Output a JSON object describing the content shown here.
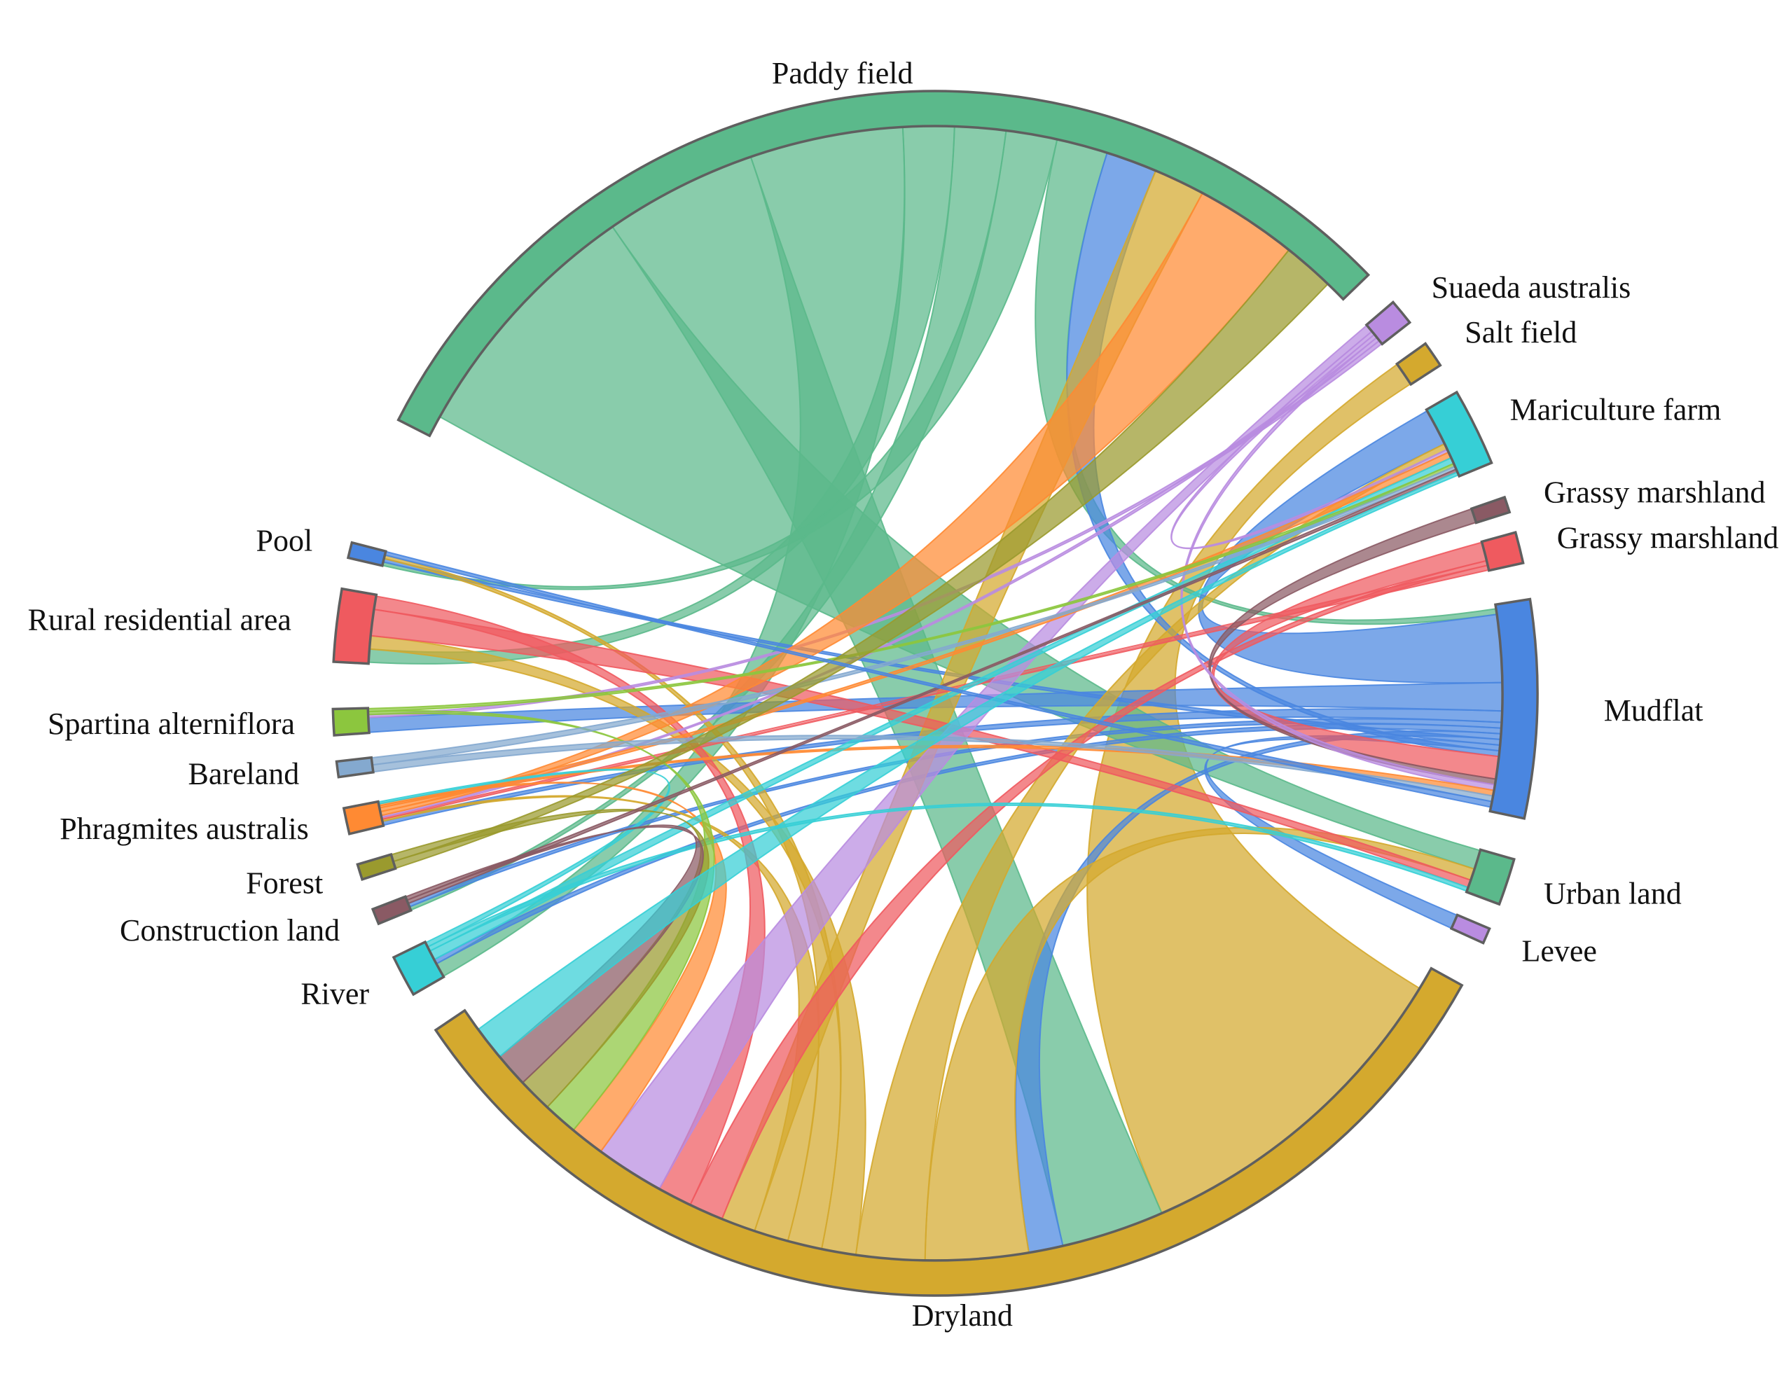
{
  "chart_data": {
    "type": "chord",
    "title": "",
    "nodes": [
      {
        "id": "paddy",
        "label": "Paddy field",
        "color": "#5bb98b"
      },
      {
        "id": "suaeda",
        "label": "Suaeda australis",
        "color": "#b98ce0"
      },
      {
        "id": "salt",
        "label": "Salt field",
        "color": "#d4a92e"
      },
      {
        "id": "maricult",
        "label": "Mariculture farm",
        "color": "#36cfd6"
      },
      {
        "id": "grassy1",
        "label": "Grassy marshland",
        "color": "#8a5a64"
      },
      {
        "id": "grassy2",
        "label": "Grassy marshland",
        "color": "#ef5a5f"
      },
      {
        "id": "mudflat",
        "label": "Mudflat",
        "color": "#4a86e0"
      },
      {
        "id": "urban",
        "label": "Urban land",
        "color": "#5bb98b"
      },
      {
        "id": "levee",
        "label": "Levee",
        "color": "#b98ce0"
      },
      {
        "id": "dryland",
        "label": "Dryland",
        "color": "#d4a92e"
      },
      {
        "id": "river",
        "label": "River",
        "color": "#36cfd6"
      },
      {
        "id": "construction",
        "label": "Construction land",
        "color": "#8a5a64"
      },
      {
        "id": "forest",
        "label": "Forest",
        "color": "#9a9a2e"
      },
      {
        "id": "phragmites",
        "label": "Phragmites australis",
        "color": "#ff8a33"
      },
      {
        "id": "bareland",
        "label": "Bareland",
        "color": "#84a9cf"
      },
      {
        "id": "spartina",
        "label": "Spartina alterniflora",
        "color": "#8cc63e"
      },
      {
        "id": "rural",
        "label": "Rural residential area",
        "color": "#ef5a5f"
      },
      {
        "id": "pool",
        "label": "Pool",
        "color": "#4a86e0"
      }
    ],
    "flows": [
      {
        "from": "salt",
        "to": "dryland",
        "weight": 10
      },
      {
        "from": "paddy",
        "to": "urban",
        "weight": 5
      },
      {
        "from": "paddy",
        "to": "dryland",
        "weight": 3
      },
      {
        "from": "paddy",
        "to": "river",
        "weight": 3
      },
      {
        "from": "paddy",
        "to": "rural",
        "weight": 1
      },
      {
        "from": "paddy",
        "to": "construction",
        "weight": 1
      },
      {
        "from": "paddy",
        "to": "pool",
        "weight": 1
      },
      {
        "from": "paddy",
        "to": "mudflat",
        "weight": 1
      },
      {
        "from": "mudflat",
        "to": "maricult",
        "weight": 12
      },
      {
        "from": "mudflat",
        "to": "spartina",
        "weight": 5
      },
      {
        "from": "mudflat",
        "to": "phragmites",
        "weight": 2
      },
      {
        "from": "mudflat",
        "to": "construction",
        "weight": 1
      },
      {
        "from": "mudflat",
        "to": "river",
        "weight": 1
      },
      {
        "from": "mudflat",
        "to": "dryland",
        "weight": 1
      },
      {
        "from": "mudflat",
        "to": "pool",
        "weight": 1
      },
      {
        "from": "mudflat",
        "to": "levee",
        "weight": 1
      },
      {
        "from": "mudflat",
        "to": "paddy",
        "weight": 1
      },
      {
        "from": "dryland",
        "to": "urban",
        "weight": 3
      },
      {
        "from": "dryland",
        "to": "maricult",
        "weight": 2
      },
      {
        "from": "dryland",
        "to": "rural",
        "weight": 1
      },
      {
        "from": "dryland",
        "to": "pool",
        "weight": 1
      },
      {
        "from": "dryland",
        "to": "phragmites",
        "weight": 1
      },
      {
        "from": "dryland",
        "to": "paddy",
        "weight": 1
      },
      {
        "from": "grassy2",
        "to": "mudflat",
        "weight": 4
      },
      {
        "from": "grassy2",
        "to": "dryland",
        "weight": 1
      },
      {
        "from": "grassy2",
        "to": "phragmites",
        "weight": 1
      },
      {
        "from": "grassy1",
        "to": "mudflat",
        "weight": 1
      },
      {
        "from": "rural",
        "to": "urban",
        "weight": 2
      },
      {
        "from": "rural",
        "to": "dryland",
        "weight": 1
      },
      {
        "from": "suaeda",
        "to": "dryland",
        "weight": 2
      },
      {
        "from": "suaeda",
        "to": "maricult",
        "weight": 1
      },
      {
        "from": "suaeda",
        "to": "mudflat",
        "weight": 1
      },
      {
        "from": "suaeda",
        "to": "phragmites",
        "weight": 1
      },
      {
        "from": "suaeda",
        "to": "spartina",
        "weight": 1
      },
      {
        "from": "phragmites",
        "to": "paddy",
        "weight": 2
      },
      {
        "from": "phragmites",
        "to": "maricult",
        "weight": 2
      },
      {
        "from": "phragmites",
        "to": "mudflat",
        "weight": 1
      },
      {
        "from": "phragmites",
        "to": "dryland",
        "weight": 1
      },
      {
        "from": "river",
        "to": "maricult",
        "weight": 2
      },
      {
        "from": "river",
        "to": "urban",
        "weight": 1
      },
      {
        "from": "river",
        "to": "phragmites",
        "weight": 1
      },
      {
        "from": "spartina",
        "to": "dryland",
        "weight": 1
      },
      {
        "from": "spartina",
        "to": "maricult",
        "weight": 1
      },
      {
        "from": "bareland",
        "to": "mudflat",
        "weight": 1
      },
      {
        "from": "bareland",
        "to": "maricult",
        "weight": 1
      },
      {
        "from": "forest",
        "to": "paddy",
        "weight": 1
      },
      {
        "from": "forest",
        "to": "dryland",
        "weight": 1
      },
      {
        "from": "construction",
        "to": "maricult",
        "weight": 1
      },
      {
        "from": "construction",
        "to": "dryland",
        "weight": 1
      },
      {
        "from": "pool",
        "to": "mudflat",
        "weight": 1
      },
      {
        "from": "maricult",
        "to": "dryland",
        "weight": 1
      }
    ]
  }
}
